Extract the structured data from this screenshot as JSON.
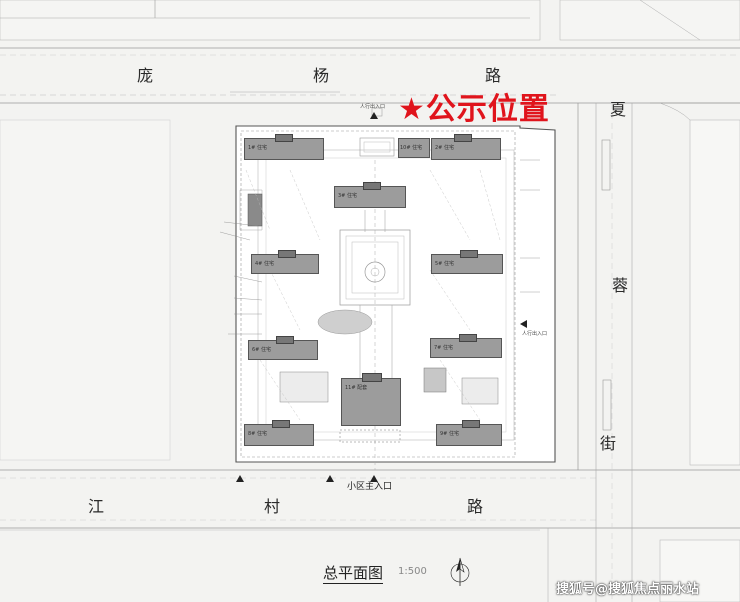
{
  "roads": {
    "north": [
      "庞",
      "杨",
      "路"
    ],
    "south": [
      "江",
      "村",
      "路"
    ],
    "east": [
      "夏",
      "蓉",
      "街"
    ]
  },
  "notice": {
    "star": "★",
    "text": "公示位置",
    "color": "#e0141c"
  },
  "title": {
    "text": "总平面图",
    "scale": "1:500"
  },
  "entrance": {
    "main": "小区主入口"
  },
  "gates": {
    "north": "人行出入口",
    "east": "人行出入口"
  },
  "buildings": [
    {
      "id": "b1",
      "label": "1# 住宅"
    },
    {
      "id": "b2",
      "label": "2# 住宅"
    },
    {
      "id": "b3",
      "label": "3# 住宅"
    },
    {
      "id": "b4",
      "label": "4# 住宅"
    },
    {
      "id": "b5",
      "label": "5# 住宅"
    },
    {
      "id": "b6",
      "label": "6# 住宅"
    },
    {
      "id": "b7",
      "label": "7# 住宅"
    },
    {
      "id": "b8",
      "label": "8# 住宅"
    },
    {
      "id": "b9",
      "label": "9# 住宅"
    },
    {
      "id": "b10",
      "label": "10# 住宅"
    },
    {
      "id": "b11",
      "label": "11# 配套"
    }
  ],
  "watermark": {
    "text": "搜狐号@搜狐焦点丽水站"
  }
}
